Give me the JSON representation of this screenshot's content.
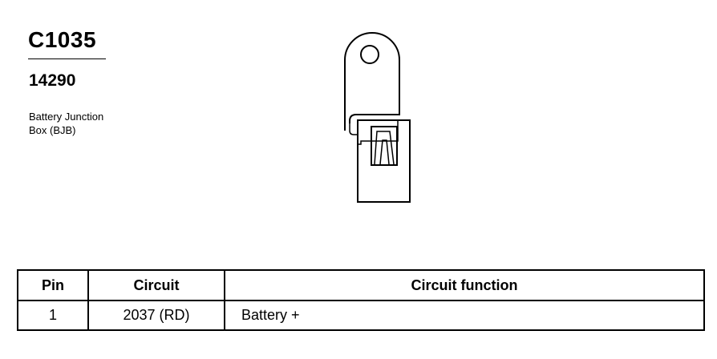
{
  "connector": {
    "id": "C1035",
    "part_number": "14290",
    "description_line1": "Battery Junction",
    "description_line2": "Box (BJB)"
  },
  "table": {
    "headers": [
      "Pin",
      "Circuit",
      "Circuit function"
    ],
    "rows": [
      {
        "pin": "1",
        "circuit": "2037 (RD)",
        "function": "Battery +"
      }
    ]
  }
}
